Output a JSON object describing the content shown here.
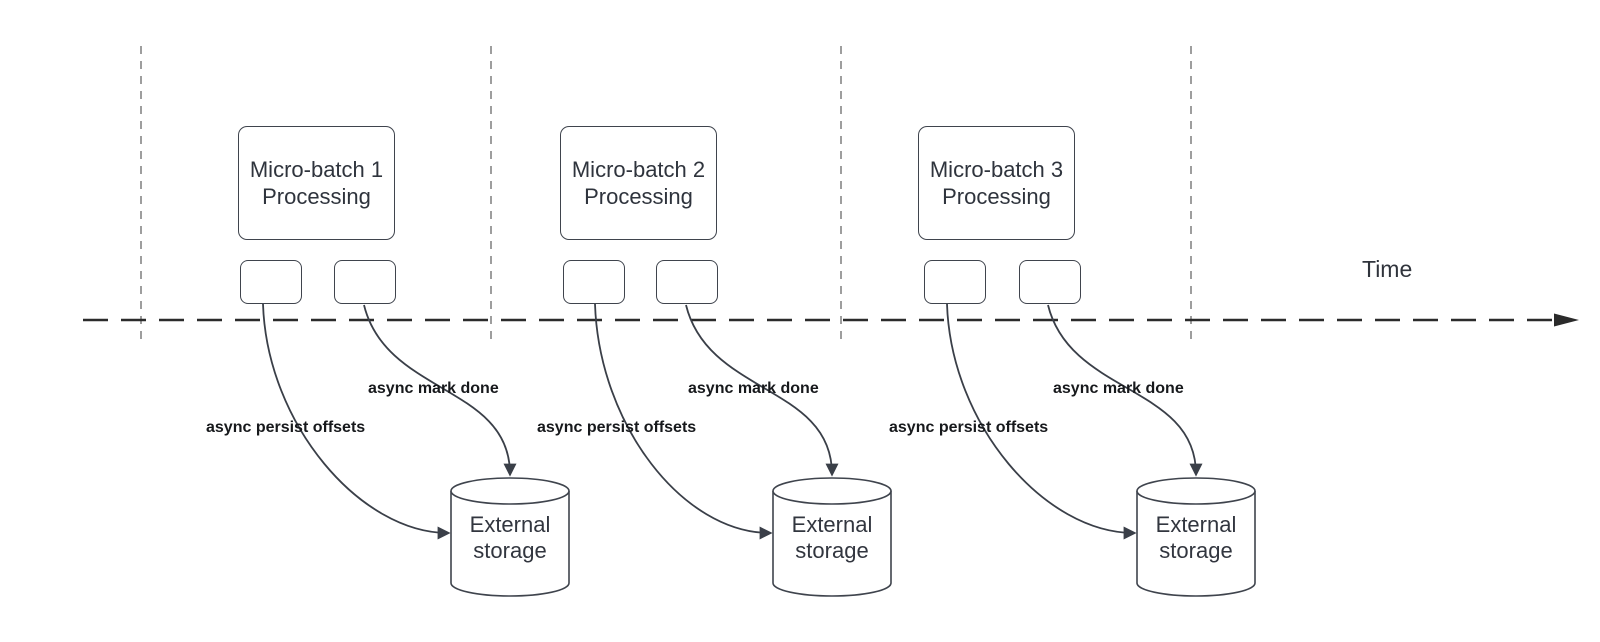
{
  "time_axis": {
    "label": "Time"
  },
  "groups": [
    {
      "box_line1": "Micro-batch 1",
      "box_line2": "Processing",
      "persist_label": "async persist offsets",
      "done_label": "async mark done",
      "storage_line1": "External",
      "storage_line2": "storage"
    },
    {
      "box_line1": "Micro-batch 2",
      "box_line2": "Processing",
      "persist_label": "async persist offsets",
      "done_label": "async mark done",
      "storage_line1": "External",
      "storage_line2": "storage"
    },
    {
      "box_line1": "Micro-batch 3",
      "box_line2": "Processing",
      "persist_label": "async persist offsets",
      "done_label": "async mark done",
      "storage_line1": "External",
      "storage_line2": "storage"
    }
  ],
  "colors": {
    "node_stroke": "#3f444d",
    "node_text": "#2f343d",
    "edge_label_text": "#17191c",
    "timeline": "#2b2b2b",
    "guide_line": "#9e9e9e",
    "arrow": "#3a3f48",
    "background": "#ffffff"
  }
}
